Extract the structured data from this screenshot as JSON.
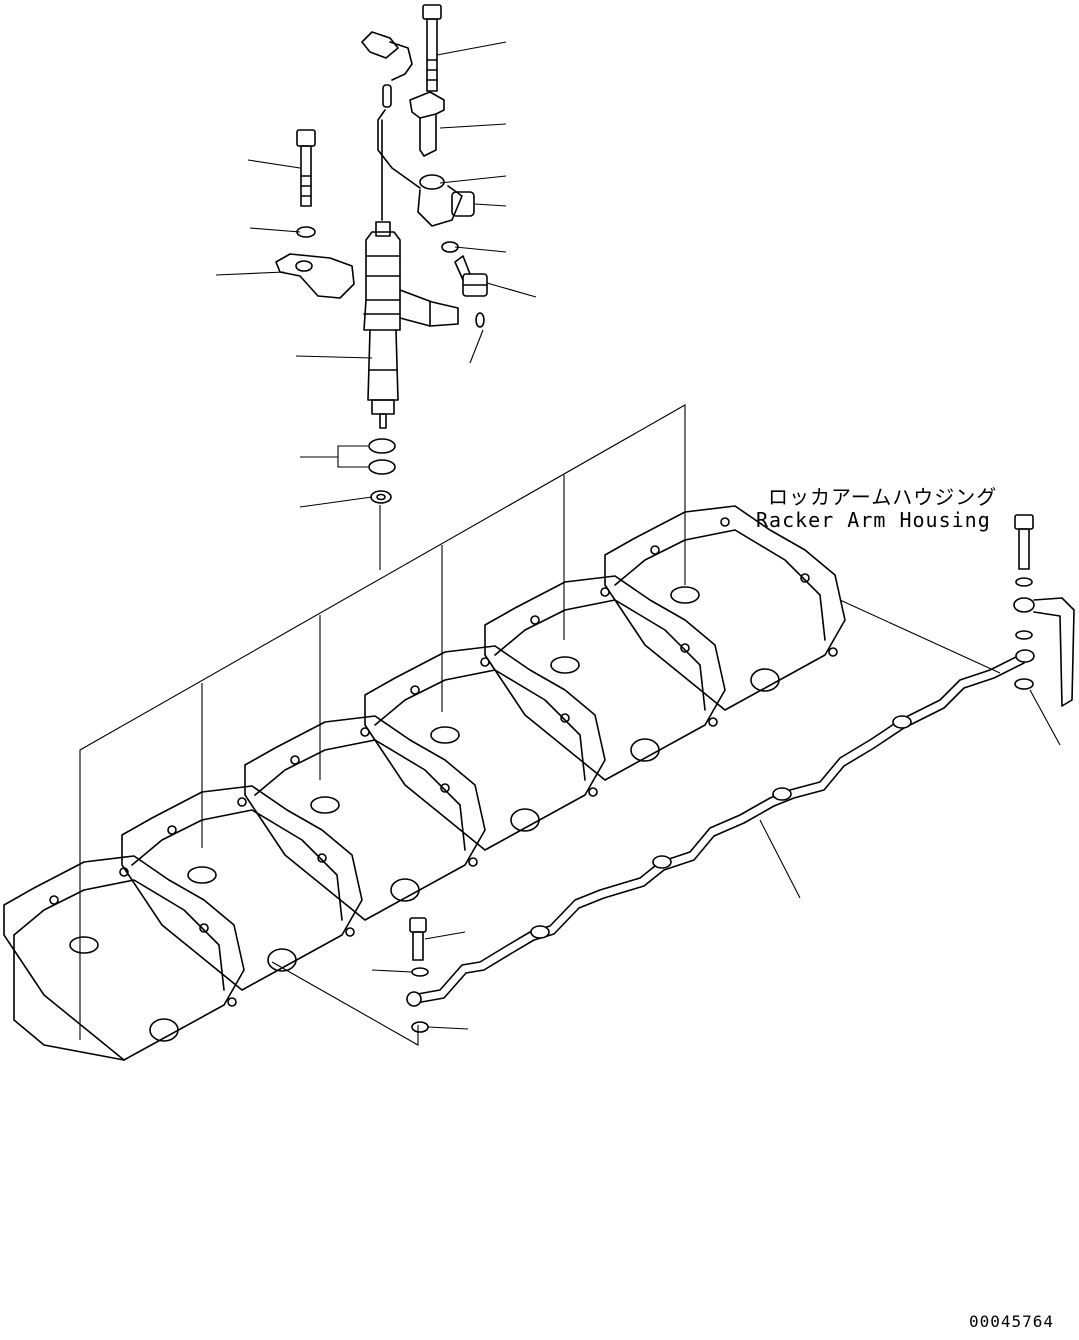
{
  "labels": {
    "housing_ja": "ロッカアームハウジング",
    "housing_en": "Racker Arm Housing",
    "drawing_number": "00045764"
  },
  "colors": {
    "line": "#000000",
    "background": "#ffffff"
  }
}
